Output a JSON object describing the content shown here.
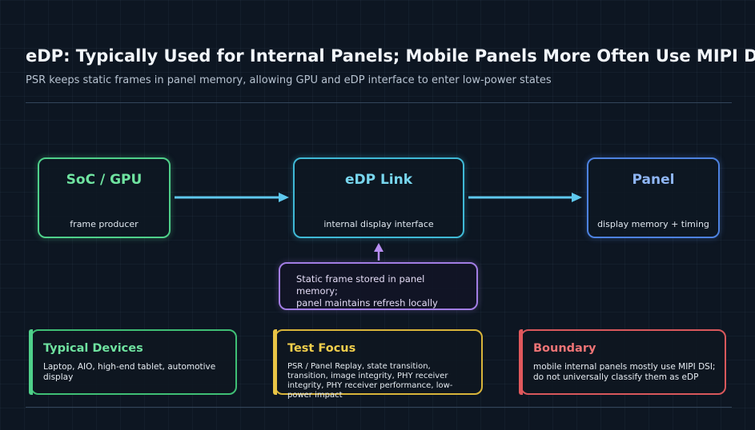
{
  "header": {
    "title": "eDP: Typically Used for Internal Panels; Mobile Panels More Often Use MIPI DSI",
    "subtitle": "PSR keeps static frames in panel memory, allowing GPU and eDP interface to enter low-power states"
  },
  "nodes": {
    "soc": {
      "title": "SoC / GPU",
      "subtitle": "frame producer"
    },
    "edp": {
      "title": "eDP Link",
      "subtitle": "internal display interface"
    },
    "panel": {
      "title": "Panel",
      "subtitle": "display memory + timing"
    }
  },
  "callout": {
    "line1": "Static frame stored in panel memory;",
    "line2": "panel maintains refresh locally"
  },
  "cards": {
    "devices": {
      "title": "Typical Devices",
      "body": "Laptop, AIO, high-end tablet, automotive display"
    },
    "focus": {
      "title": "Test Focus",
      "body": "PSR / Panel Replay, state transition, transition, image integrity, PHY receiver integrity, PHY receiver performance, low-power impact"
    },
    "boundary": {
      "title": "Boundary",
      "body": "mobile internal panels mostly use MIPI DSI; do not universally classify them as eDP"
    }
  },
  "colors": {
    "background": "#0d1622",
    "flow_arrow": "#5ec8ee",
    "callout_arrow": "#b88ef2",
    "soc_accent": "#4fd08a",
    "edp_accent": "#3fb9d6",
    "panel_accent": "#4d82e0",
    "callout_accent": "#a27de4",
    "devices_accent": "#4fd08a",
    "focus_accent": "#e9c546",
    "boundary_accent": "#e0585c"
  }
}
